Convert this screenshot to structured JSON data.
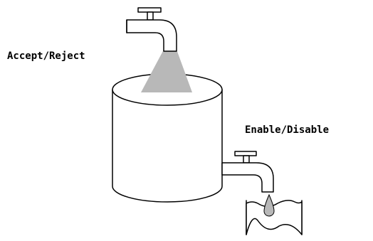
{
  "labels": {
    "inflow": "Accept/Reject",
    "outflow": "Enable/Disable"
  },
  "colors": {
    "stroke": "#000000",
    "stream": "#b8b8b8",
    "drop": "#b8b8b8",
    "background": "#ffffff"
  },
  "icons": {
    "inflow_tap": "faucet-icon",
    "outflow_tap": "faucet-icon",
    "tank": "cylinder-tank",
    "drop": "water-drop-icon",
    "container": "bucket-icon"
  }
}
